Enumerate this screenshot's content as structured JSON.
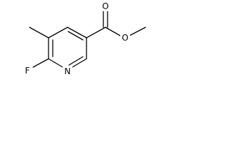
{
  "molecule": {
    "atoms": {
      "fluorine": "F",
      "nitrogen": "N",
      "carbonyl_oxygen": "O",
      "ester_oxygen": "O"
    }
  }
}
